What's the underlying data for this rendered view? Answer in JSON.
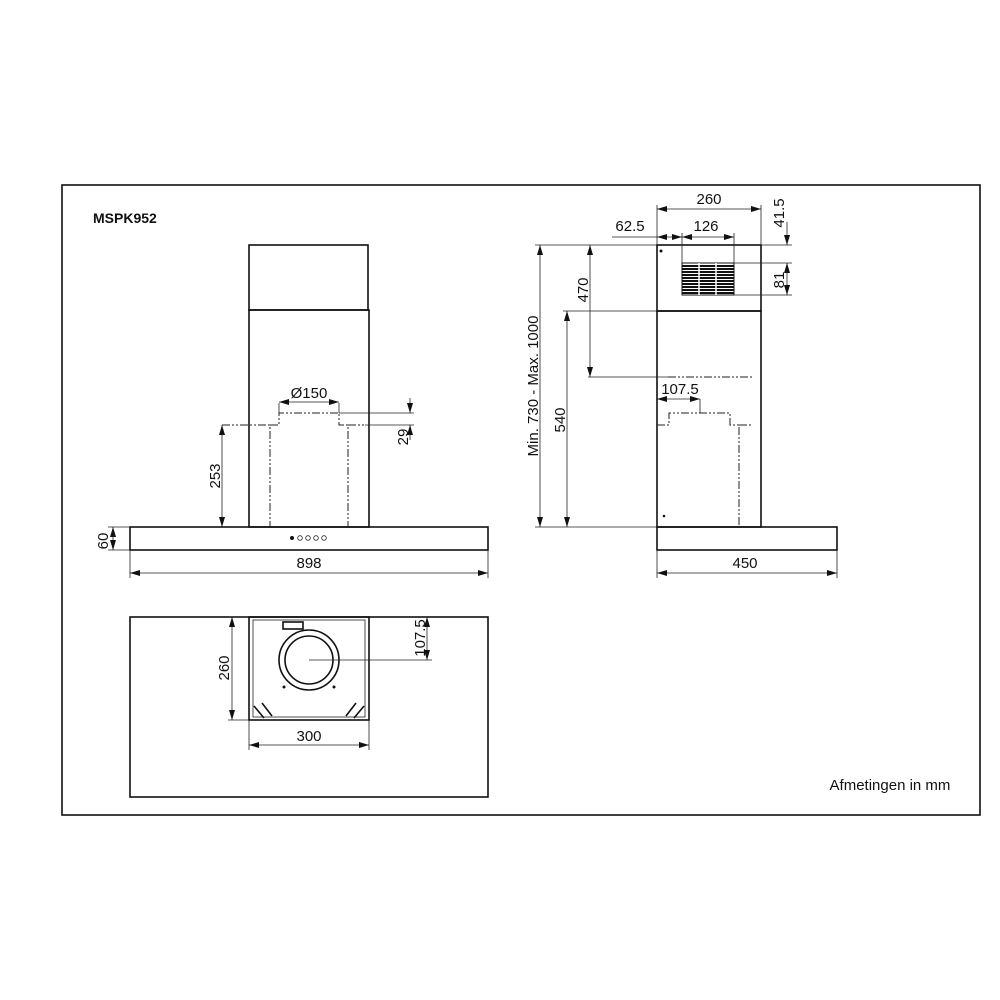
{
  "title": "MSPK952",
  "note": "Afmetingen in mm",
  "front_view": {
    "dim_diameter": "Ø150",
    "dim_29": "29",
    "dim_253": "253",
    "dim_60": "60",
    "dim_898": "898"
  },
  "side_view": {
    "dim_260": "260",
    "dim_62_5": "62.5",
    "dim_126": "126",
    "dim_41_5": "41.5",
    "dim_81": "81",
    "dim_470": "470",
    "dim_540": "540",
    "dim_min_max": "Min. 730  -  Max. 1000",
    "dim_107_5": "107.5",
    "dim_450": "450"
  },
  "bottom_view": {
    "dim_260": "260",
    "dim_300": "300",
    "dim_107_5": "107.5"
  }
}
